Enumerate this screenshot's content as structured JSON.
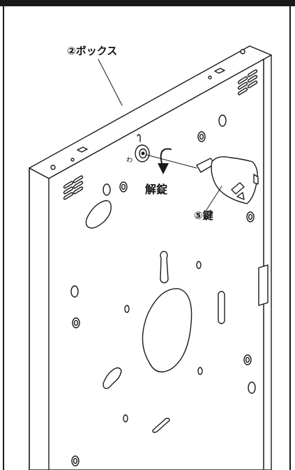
{
  "labels": {
    "box": "②ボックス",
    "unlock": "解錠",
    "key": "⑤鍵"
  },
  "lock_mark": "ゎ",
  "colors": {
    "line": "#1a1a1a",
    "background": "#ffffff"
  }
}
